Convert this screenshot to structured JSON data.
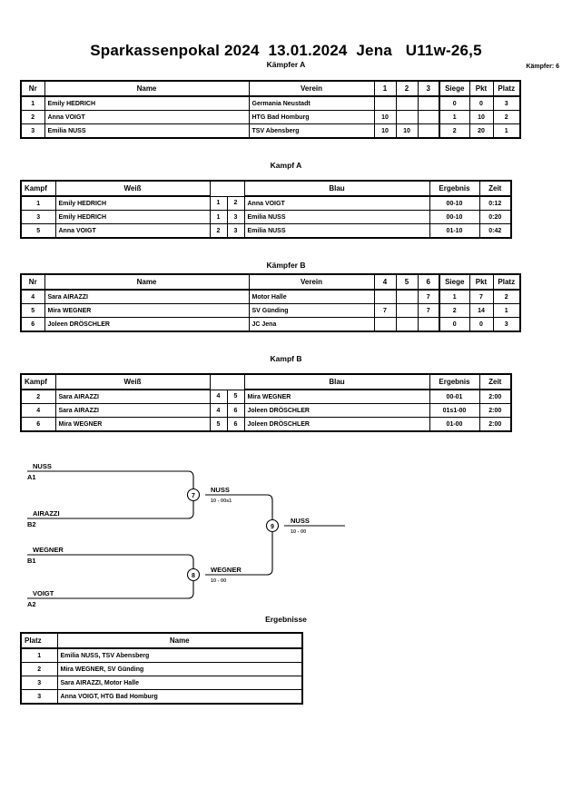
{
  "document": {
    "title": "Sparkassenpokal 2024  13.01.2024  Jena   U11w-26,5",
    "fighters_count_label": "Kämpfer: 6"
  },
  "pool_a": {
    "heading": "Kämpfer A",
    "columns": [
      "Nr",
      "Name",
      "Verein",
      "1",
      "2",
      "3",
      "Siege",
      "Pkt",
      "Platz"
    ],
    "rows": [
      {
        "nr": "1",
        "name": "Emily HEDRICH",
        "verein": "Germania Neustadt",
        "m1": "",
        "m2": "",
        "m3": "",
        "siege": "0",
        "pkt": "0",
        "platz": "3"
      },
      {
        "nr": "2",
        "name": "Anna VOIGT",
        "verein": "HTG Bad Homburg",
        "m1": "10",
        "m2": "",
        "m3": "",
        "siege": "1",
        "pkt": "10",
        "platz": "2"
      },
      {
        "nr": "3",
        "name": "Emilia NUSS",
        "verein": "TSV Abensberg",
        "m1": "10",
        "m2": "10",
        "m3": "",
        "siege": "2",
        "pkt": "20",
        "platz": "1"
      }
    ]
  },
  "kampf_a": {
    "heading": "Kampf A",
    "columns": [
      "Kampf",
      "Weiß",
      "",
      "",
      "Blau",
      "Ergebnis",
      "Zeit"
    ],
    "rows": [
      {
        "kampf": "1",
        "weiss": "Emily HEDRICH",
        "wnr": "1",
        "bnr": "2",
        "blau": "Anna VOIGT",
        "ergebnis": "00-10",
        "zeit": "0:12"
      },
      {
        "kampf": "3",
        "weiss": "Emily HEDRICH",
        "wnr": "1",
        "bnr": "3",
        "blau": "Emilia NUSS",
        "ergebnis": "00-10",
        "zeit": "0:20"
      },
      {
        "kampf": "5",
        "weiss": "Anna VOIGT",
        "wnr": "2",
        "bnr": "3",
        "blau": "Emilia NUSS",
        "ergebnis": "01-10",
        "zeit": "0:42"
      }
    ]
  },
  "pool_b": {
    "heading": "Kämpfer B",
    "columns": [
      "Nr",
      "Name",
      "Verein",
      "4",
      "5",
      "6",
      "Siege",
      "Pkt",
      "Platz"
    ],
    "rows": [
      {
        "nr": "4",
        "name": "Sara AIRAZZI",
        "verein": "Motor Halle",
        "m1": "",
        "m2": "",
        "m3": "7",
        "siege": "1",
        "pkt": "7",
        "platz": "2"
      },
      {
        "nr": "5",
        "name": "Mira WEGNER",
        "verein": "SV Günding",
        "m1": "7",
        "m2": "",
        "m3": "7",
        "siege": "2",
        "pkt": "14",
        "platz": "1"
      },
      {
        "nr": "6",
        "name": "Joleen DRÖSCHLER",
        "verein": "JC Jena",
        "m1": "",
        "m2": "",
        "m3": "",
        "siege": "0",
        "pkt": "0",
        "platz": "3"
      }
    ]
  },
  "kampf_b": {
    "heading": "Kampf B",
    "columns": [
      "Kampf",
      "Weiß",
      "",
      "",
      "Blau",
      "Ergebnis",
      "Zeit"
    ],
    "rows": [
      {
        "kampf": "2",
        "weiss": "Sara AIRAZZI",
        "wnr": "4",
        "bnr": "5",
        "blau": "Mira WEGNER",
        "ergebnis": "00-01",
        "zeit": "2:00"
      },
      {
        "kampf": "4",
        "weiss": "Sara AIRAZZI",
        "wnr": "4",
        "bnr": "6",
        "blau": "Joleen DRÖSCHLER",
        "ergebnis": "01s1-00",
        "zeit": "2:00"
      },
      {
        "kampf": "6",
        "weiss": "Mira WEGNER",
        "wnr": "5",
        "bnr": "6",
        "blau": "Joleen DRÖSCHLER",
        "ergebnis": "01-00",
        "zeit": "2:00"
      }
    ]
  },
  "bracket": {
    "entrants": [
      {
        "name": "NUSS",
        "seed": "A1"
      },
      {
        "name": "AIRAZZI",
        "seed": "B2"
      },
      {
        "name": "WEGNER",
        "seed": "B1"
      },
      {
        "name": "VOIGT",
        "seed": "A2"
      }
    ],
    "matches": [
      {
        "number": "7",
        "winner": "NUSS",
        "score": "10 - 00s1"
      },
      {
        "number": "8",
        "winner": "WEGNER",
        "score": "10 - 00"
      },
      {
        "number": "9",
        "winner": "NUSS",
        "score": "10 - 00"
      }
    ]
  },
  "results": {
    "heading": "Ergebnisse",
    "columns": [
      "Platz",
      "Name"
    ],
    "rows": [
      {
        "platz": "1",
        "name": "Emilia NUSS, TSV Abensberg"
      },
      {
        "platz": "2",
        "name": "Mira WEGNER, SV Günding"
      },
      {
        "platz": "3",
        "name": "Sara AIRAZZI, Motor Halle"
      },
      {
        "platz": "3",
        "name": "Anna VOIGT, HTG Bad Homburg"
      }
    ]
  }
}
